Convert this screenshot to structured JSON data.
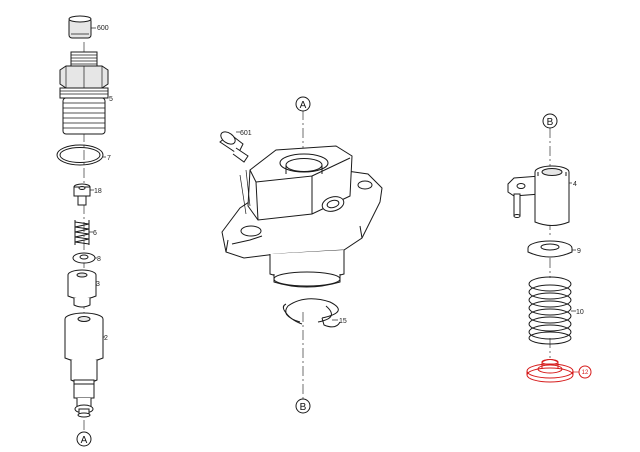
{
  "callouts": {
    "a_top": "A",
    "a_bottom": "A",
    "b_mid": "B",
    "b_right": "B"
  },
  "labels": {
    "p600": "600",
    "p5": "5",
    "p7": "7",
    "p18": "18",
    "p6": "6",
    "p8": "8",
    "p3": "3",
    "p2": "2",
    "p601": "601",
    "p15": "15",
    "p4": "4",
    "p9": "9",
    "p10": "10",
    "p12": "12"
  },
  "colors": {
    "line": "#1a1a1a",
    "highlight": "#d61a1a",
    "background": "#ffffff"
  }
}
